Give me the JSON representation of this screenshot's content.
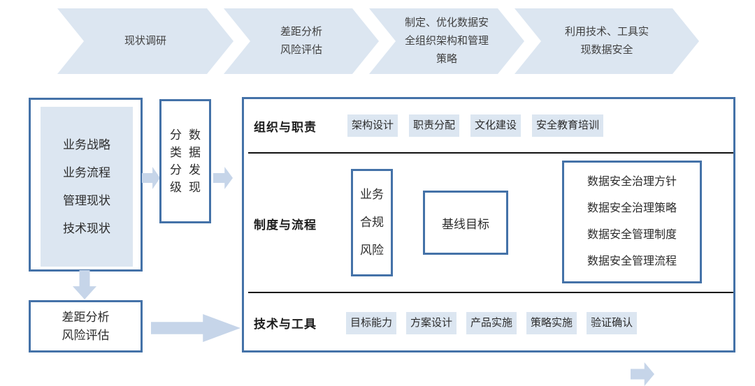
{
  "top_flow": {
    "steps": [
      {
        "lines": [
          "现状调研"
        ]
      },
      {
        "lines": [
          "差距分析",
          "风险评估"
        ]
      },
      {
        "lines": [
          "制定、优化数据安",
          "全组织架构和管理",
          "策略"
        ]
      },
      {
        "lines": [
          "利用技术、工具实",
          "现数据安全"
        ]
      }
    ]
  },
  "left_column": {
    "current_state_box": {
      "lines": [
        "业务战略",
        "业务流程",
        "管理现状",
        "技术现状"
      ]
    },
    "classification_box": {
      "col_left": [
        "分",
        "类",
        "分",
        "级"
      ],
      "col_right": [
        "数",
        "据",
        "发",
        "现"
      ],
      "reading_left": "分类分级",
      "reading_right": "数据发现"
    },
    "gap_box": {
      "lines": [
        "差距分析",
        "风险评估"
      ]
    }
  },
  "panel": {
    "rows": [
      {
        "title": "组织与职责",
        "tags": [
          "架构设计",
          "职责分配",
          "文化建设",
          "安全教育培训"
        ]
      },
      {
        "title": "制度与流程",
        "source_box": [
          "业务",
          "合规",
          "风险"
        ],
        "middle_box": "基线目标",
        "output_box": [
          "数据安全治理方针",
          "数据安全治理策略",
          "数据安全管理制度",
          "数据安全管理流程"
        ]
      },
      {
        "title": "技术与工具",
        "tags": [
          "目标能力",
          "方案设计",
          "产品实施",
          "策略实施",
          "验证确认"
        ]
      }
    ]
  },
  "colors": {
    "chevron_fill": "#dce6f1",
    "box_border": "#4472a8",
    "tag_fill": "#dce6f1",
    "arrow_fill": "#c6d5e9",
    "divider": "#111111",
    "text": "#2b2b2b",
    "background": "#ffffff"
  }
}
